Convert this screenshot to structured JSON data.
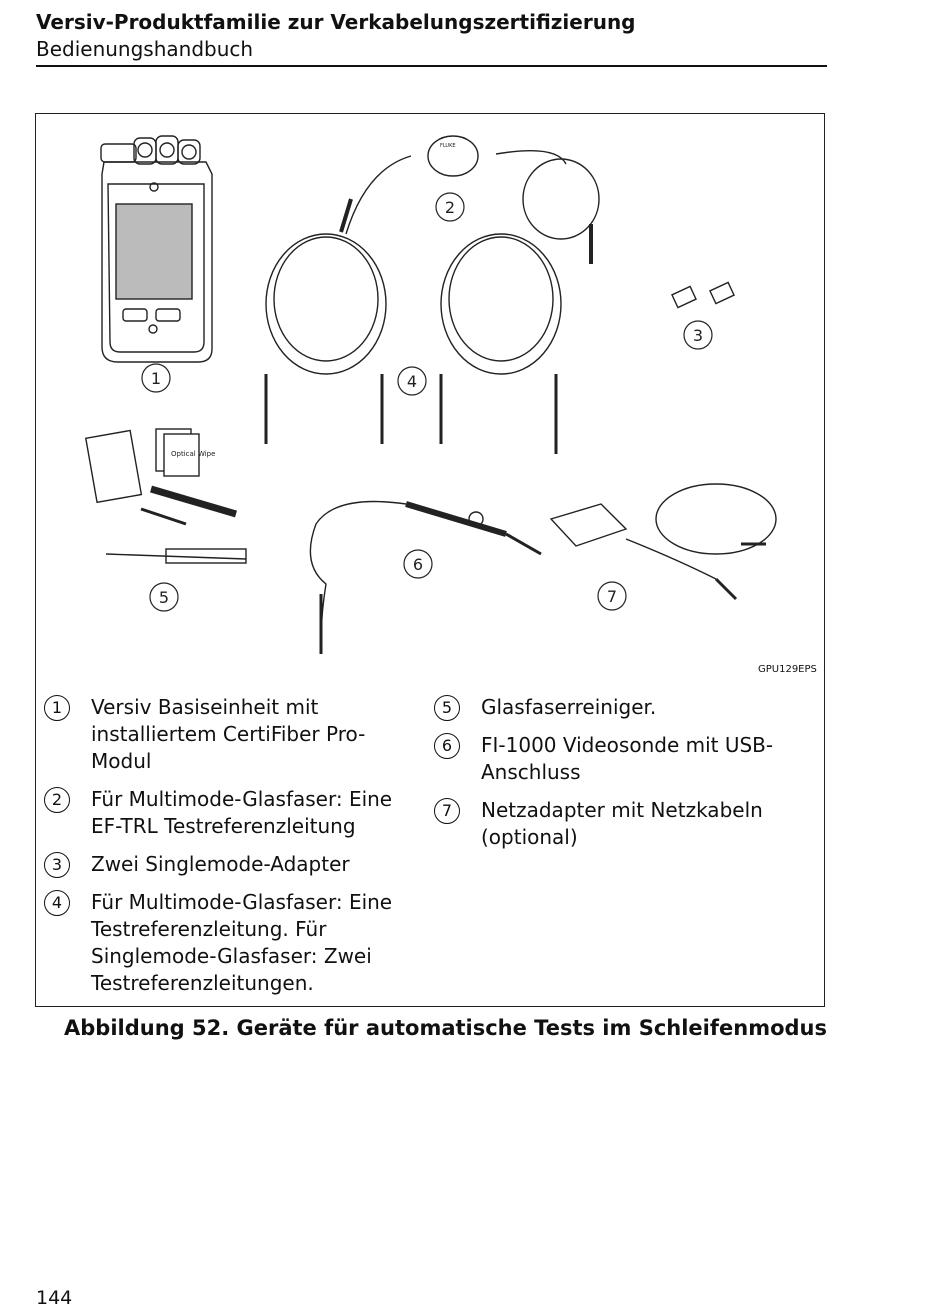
{
  "header": {
    "title": "Versiv-Produktfamilie zur Verkabelungszertifizierung",
    "subtitle": "Bedienungshandbuch"
  },
  "figure": {
    "image_code": "GPU129EPS",
    "callouts": [
      "1",
      "2",
      "3",
      "4",
      "5",
      "6",
      "7"
    ],
    "device_labels": {
      "brand": "FLUKE",
      "wipe": "Optical Wipe"
    }
  },
  "legend": {
    "left": [
      {
        "num": "1",
        "text": "Versiv Basiseinheit mit installiertem CertiFiber Pro-Modul"
      },
      {
        "num": "2",
        "text": "Für Multimode-Glasfaser: Eine EF-TRL Testreferenzleitung"
      },
      {
        "num": "3",
        "text": "Zwei Singlemode-Adapter"
      },
      {
        "num": "4",
        "text": "Für Multimode-Glasfaser: Eine Testreferenzleitung. Für Singlemode-Glasfaser: Zwei Testreferenzleitungen."
      }
    ],
    "right": [
      {
        "num": "5",
        "text": "Glasfaserreiniger."
      },
      {
        "num": "6",
        "text": "FI-1000 Videosonde mit USB-Anschluss"
      },
      {
        "num": "7",
        "text": "Netzadapter mit Netzkabeln (optional)"
      }
    ]
  },
  "caption": "Abbildung 52. Geräte für automatische Tests im Schleifenmodus",
  "page_number": "144"
}
